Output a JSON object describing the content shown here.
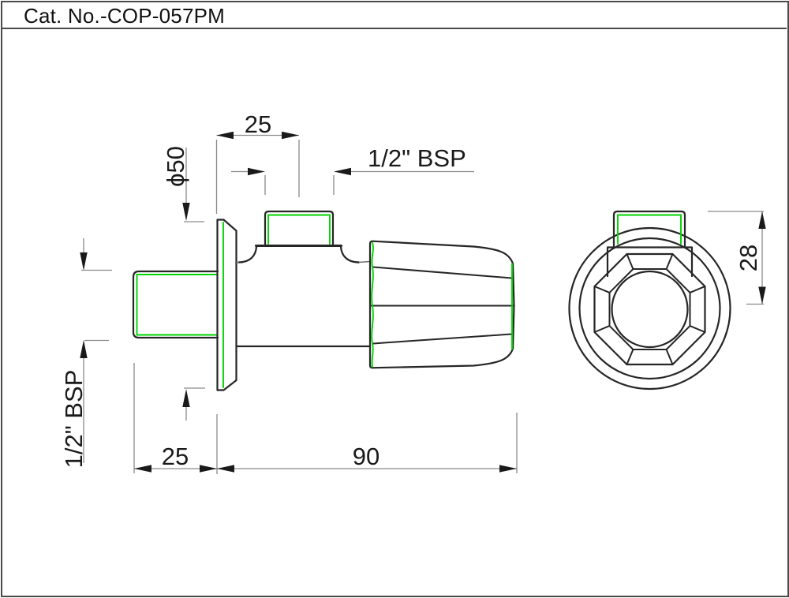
{
  "title_block": {
    "catalog_number": "Cat. No.-COP-057PM"
  },
  "colors": {
    "object_line": "#262626",
    "dimension_line": "#8a8a8a",
    "highlight_green": "#00d400",
    "text": "#1a1a1a",
    "frame": "#4a4a4a"
  },
  "side_view": {
    "dim_flange_to_outlet_center": "25",
    "dim_flange_diameter": "ϕ50",
    "dim_outlet_thread": "1/2\" BSP",
    "dim_inlet_thread": "1/2\" BSP",
    "dim_inlet_length": "25",
    "dim_body_length": "90"
  },
  "end_view": {
    "dim_outlet_height": "28"
  }
}
